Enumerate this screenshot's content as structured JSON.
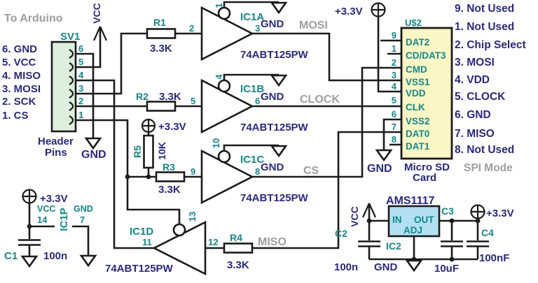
{
  "colors": {
    "navy": "#28288c",
    "teal": "#0e8b8b",
    "gray": "#9e9e9e",
    "wire": "#1b1b1b",
    "header_fill": "#ddefdd",
    "sd_fill": "#fcf6c5",
    "regulator_fill": "#b2e0f2"
  },
  "power": {
    "v33": "+3.3V",
    "vcc": "VCC",
    "gnd": "GND"
  },
  "header_section": {
    "to_arduino": "To Arduino",
    "ref": "SV1",
    "pin_labels": [
      "6. GND",
      "5. VCC",
      "4. MISO",
      "3. MOSI",
      "2. SCK",
      "1. CS"
    ],
    "pin_numbers": [
      "6",
      "5",
      "4",
      "3",
      "2",
      "1"
    ],
    "caption1": "Header",
    "caption2": "Pins"
  },
  "buffers": {
    "a": {
      "ref": "IC1A",
      "part": "74ABT125PW",
      "pin_in": "2",
      "pin_out": "3",
      "pin_en": "1",
      "net": "MOSI"
    },
    "b": {
      "ref": "IC1B",
      "part": "74ABT125PW",
      "pin_in": "5",
      "pin_out": "6",
      "pin_en": "4",
      "net": "CLOCK"
    },
    "c": {
      "ref": "IC1C",
      "part": "74ABT125PW",
      "pin_in": "9",
      "pin_out": "8",
      "pin_en": "10",
      "net": "CS"
    },
    "d": {
      "ref": "IC1D",
      "part": "74ABT125PW",
      "pin_in": "12",
      "pin_out": "11",
      "pin_en": "13",
      "net": "MISO"
    }
  },
  "resistors": {
    "r1": {
      "ref": "R1",
      "value": "3.3K"
    },
    "r2": {
      "ref": "R2",
      "value": "3.3K"
    },
    "r3": {
      "ref": "R3",
      "value": "3.3K"
    },
    "r4": {
      "ref": "R4",
      "value": "3.3K"
    },
    "r5": {
      "ref": "R5",
      "value": "10K"
    }
  },
  "capacitors": {
    "c1": {
      "ref": "C1",
      "value": "100n"
    },
    "c2": {
      "ref": "C2",
      "value": "100n"
    },
    "c3": {
      "ref": "C3",
      "value": "10uF"
    },
    "c4": {
      "ref": "C4",
      "value": "100nF"
    }
  },
  "sd": {
    "ref": "U$2",
    "caption1": "Micro SD",
    "caption2": "Card",
    "pins": [
      {
        "n": "9",
        "name": "DAT2"
      },
      {
        "n": "1",
        "name": "CD/DAT3"
      },
      {
        "n": "2",
        "name": "CMD"
      },
      {
        "n": "3",
        "name": "VSS1"
      },
      {
        "n": "4",
        "name": "VDD"
      },
      {
        "n": "5",
        "name": "CLK"
      },
      {
        "n": "6",
        "name": "VSS2"
      },
      {
        "n": "7",
        "name": "DAT0"
      },
      {
        "n": "8",
        "name": "DAT1"
      }
    ]
  },
  "spi_list": {
    "items": [
      "9. Not Used",
      "1. Not Used",
      "2. Chip Select",
      "3. MOSI",
      "4. VDD",
      "5. CLOCK",
      "6. GND",
      "7. MISO",
      "8. Not Used"
    ],
    "mode": "SPI Mode"
  },
  "regulator": {
    "part": "AMS1117",
    "ref": "IC2",
    "pin_in": "IN",
    "pin_out": "OUT",
    "pin_adj": "ADJ"
  },
  "power_pins": {
    "ref": "IC1P",
    "vcc": "VCC",
    "vcc_pin": "14",
    "gnd": "GND",
    "gnd_pin": "7"
  }
}
